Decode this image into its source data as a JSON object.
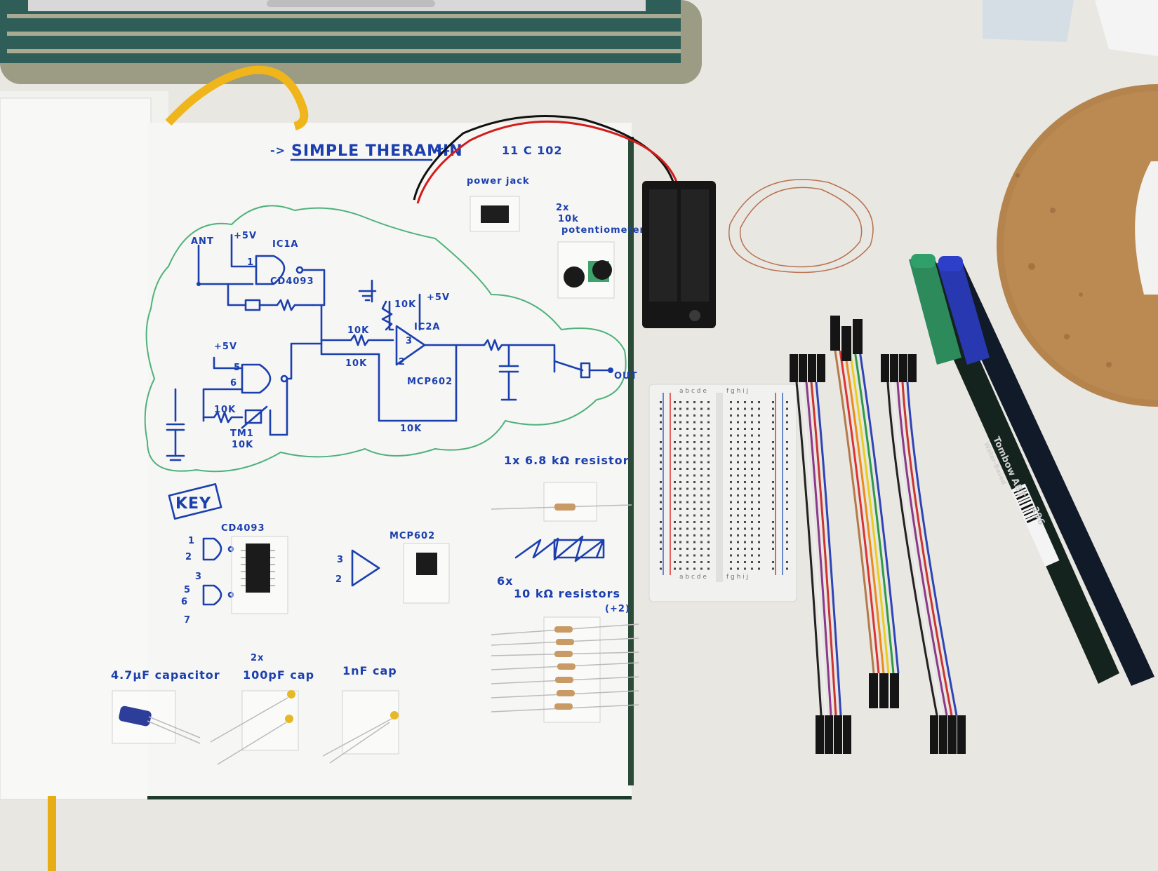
{
  "notebook": {
    "title": "SIMPLE THERAMIN",
    "title_prefix": "->",
    "title_suffix": "<-",
    "date_note": "11 C 102",
    "power_jack_label": "power jack",
    "potentiometer_label_qty": "2x",
    "potentiometer_label_value": "10k",
    "potentiometer_label_name": "potentiometer",
    "key_label": "KEY",
    "resistor_68k_label": "1x 6.8 kΩ resistor",
    "resistor_10k_qty": "6x",
    "resistor_10k_label": "10 kΩ resistors",
    "resistor_10k_extra": "(+2)",
    "cd4093_label": "CD4093",
    "mcp602_label": "MCP602",
    "cap_47uf_label": "4.7µF capacitor",
    "cap_100pf_qty": "2x",
    "cap_100pf_label": "100pF cap",
    "cap_1nf_label": "1nF cap"
  },
  "schematic": {
    "ant": "ANT",
    "v5_a": "+5V",
    "v5_b": "+5V",
    "v5_c": "+5V",
    "ic1a": "IC1A",
    "ic2a": "IC2A",
    "cd4093": "CD4093",
    "mcp602": "MCP602",
    "r1": "10K",
    "r2": "10K",
    "r3": "10K",
    "r4": "10K",
    "r5": "10K",
    "tm1": "TM1",
    "tm1_val": "10K",
    "out": "OUT",
    "pin1": "1",
    "pin2": "2",
    "pin3": "3",
    "pin5": "5",
    "pin6": "6",
    "key_pin1": "1",
    "key_pin2": "2",
    "key_pin3": "3",
    "key_pin5": "5",
    "key_pin6": "6",
    "key_pin7": "7",
    "key_op3": "3",
    "key_op2": "2"
  },
  "breadboard": {
    "cols_top": "a b c d e",
    "cols_top2": "f g h i j",
    "cols_bottom": "a b c d e",
    "cols_bottom2": "f g h i j"
  },
  "pens": {
    "brand": "Tombow ABT",
    "number": "296",
    "sub": "Water-Based"
  },
  "colors": {
    "paper": "#f6f6f4",
    "ink": "#1b3fae",
    "cloud": "#4fb27a",
    "desk": "#e9e7e2",
    "cork": "#b5834c"
  }
}
